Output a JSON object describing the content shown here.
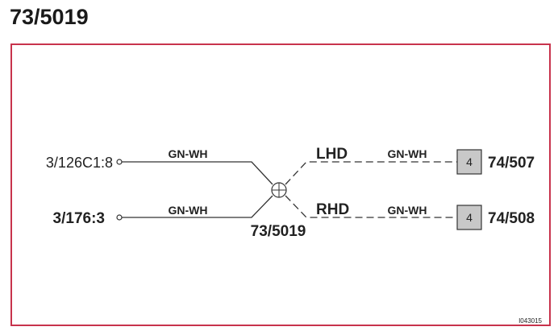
{
  "title": "73/5019",
  "diagram": {
    "left_refs": {
      "top": "3/126C1:8",
      "bottom": "3/176:3"
    },
    "wire_colors": {
      "left_top": "GN-WH",
      "left_bottom": "GN-WH",
      "right_top": "GN-WH",
      "right_bottom": "GN-WH"
    },
    "branches": {
      "top": "LHD",
      "bottom": "RHD"
    },
    "junction_label": "73/5019",
    "connectors": [
      {
        "terminal": "4",
        "label": "74/507"
      },
      {
        "terminal": "4",
        "label": "74/508"
      }
    ],
    "image_code": "I043015"
  },
  "colors": {
    "frame_border": "#c8334c",
    "line": "#333333",
    "connector_fill": "#c8c8c8"
  }
}
